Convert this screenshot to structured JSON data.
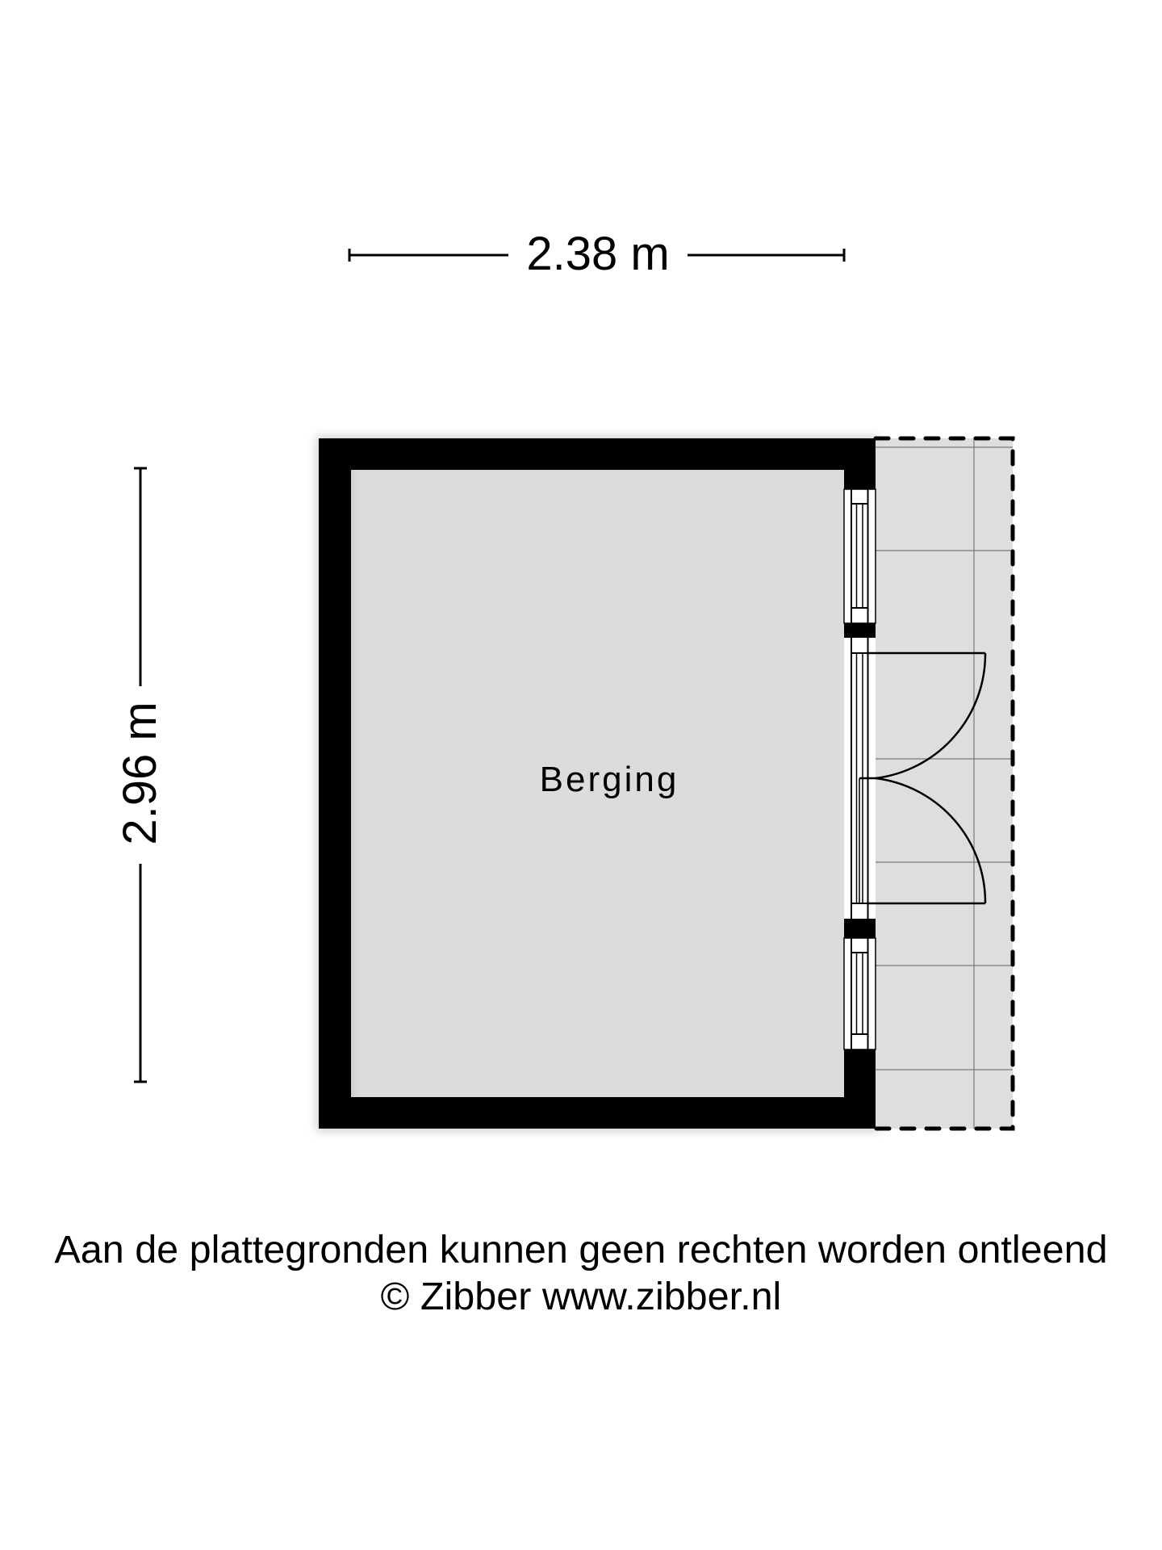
{
  "plan": {
    "dimension_width": "2.38 m",
    "dimension_height": "2.96 m",
    "rooms": [
      {
        "label": "Berging"
      }
    ],
    "colors": {
      "wall": "#000000",
      "floor": "#dcdcdc",
      "exterior_area": "#dedede",
      "background": "#ffffff",
      "grid_line": "#8a8a8a"
    },
    "elements": {
      "windows": 2,
      "double_door": 1,
      "outdoor_area": "dashed outline"
    }
  },
  "footer": {
    "disclaimer": "Aan de plattegronden kunnen geen rechten worden ontleend",
    "copyright": "© Zibber www.zibber.nl"
  }
}
